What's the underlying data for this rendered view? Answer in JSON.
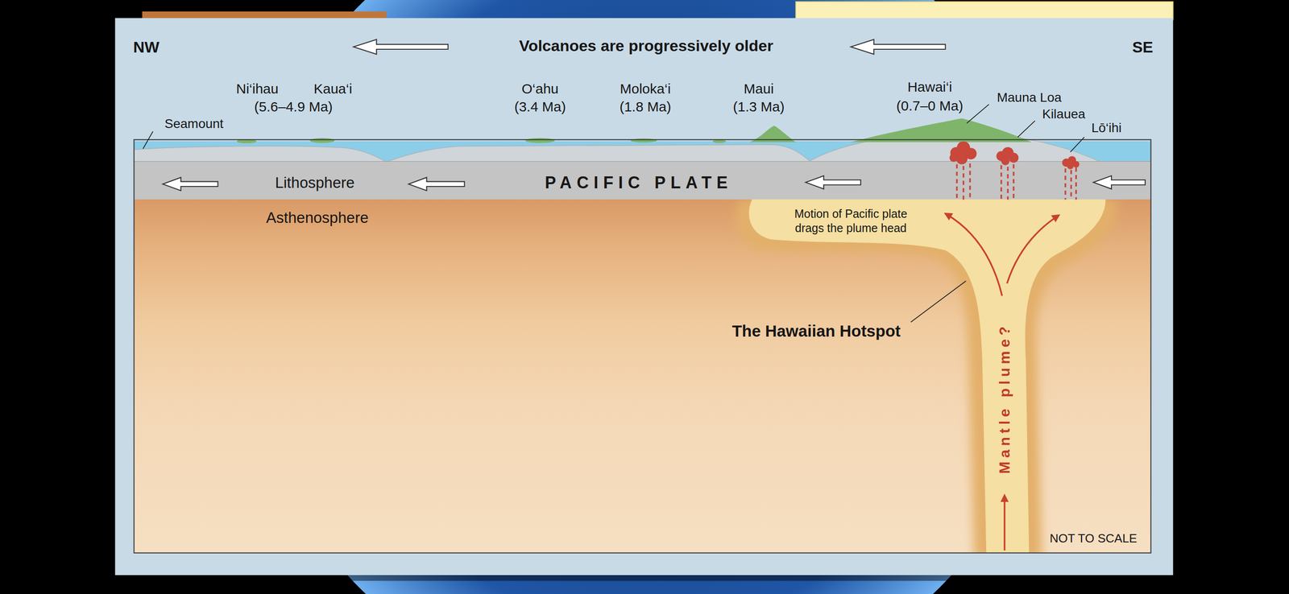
{
  "diagram": {
    "title": "Volcanoes are progressively older",
    "nodes": [
      {
        "text": [
          "Lithosphere",
          "PACIFIC PLATE"
        ]
      },
      {
        "text": [
          "Asthenosphere"
        ]
      },
      {
        "text": [
          "Motion of Pacific plate drags the plume head",
          "Mantle plume?"
        ],
        "in": 1
      }
    ],
    "labels": [
      "NW",
      "SE",
      "Ni‘ihau",
      "Kaua‘i",
      "(5.6–4.9 Ma)",
      "O‘ahu",
      "(3.4 Ma)",
      "Moloka‘i",
      "(1.8 Ma)",
      "Maui",
      "(1.3 Ma)",
      "Hawai‘i",
      "(0.7–0 Ma)",
      "Mauna Loa",
      "Kilauea",
      "Lō‘ihi",
      "Seamount",
      "The Hawaiian Hotspot",
      "NOT TO SCALE"
    ]
  }
}
